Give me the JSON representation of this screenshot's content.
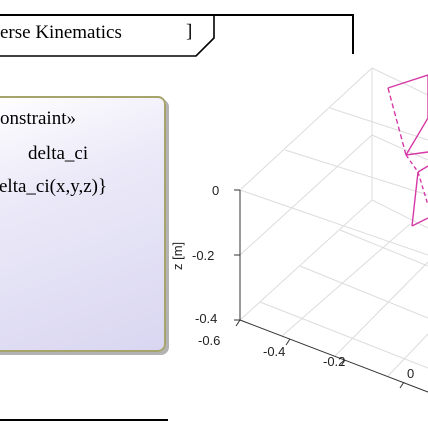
{
  "frame": {
    "title": "erse Kinematics",
    "title_bracket": "]"
  },
  "constraint_block": {
    "stereotype": "onstraint»",
    "name": "delta_ci",
    "expression": "elta_ci(x,y,z)}"
  },
  "plot": {
    "axis_label_z": "z [m]",
    "z_ticks": [
      "0",
      "-0.2",
      "-0.4"
    ],
    "x_ticks": [
      "-0.6",
      "-0.4",
      "-0.2",
      "0"
    ],
    "colors": {
      "lines": "#d63aa6",
      "grid": "#d8d8d8",
      "axis": "#333333"
    }
  }
}
